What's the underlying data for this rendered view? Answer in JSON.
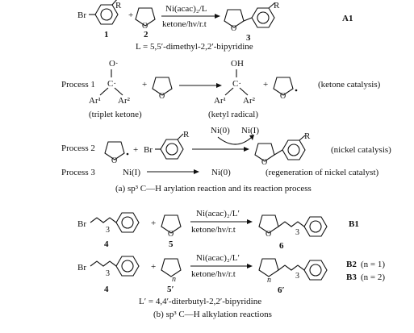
{
  "section_a": {
    "reaction": {
      "reactant1_label": "1",
      "reactant1_br": "Br",
      "reactant1_r": "R",
      "plus": "+",
      "reactant2_label": "2",
      "reagents_top": "Ni(acac)₂/L",
      "reagents_bottom": "ketone/hν/r.t",
      "product_label": "3",
      "product_r": "R",
      "entry_tag": "A1",
      "ligand_note": "L = 5,5′-dimethyl-2,2′-bipyridine"
    },
    "process1": {
      "name": "Process 1",
      "o_radical": "O·",
      "c_dot": "C·",
      "ar1": "Ar¹",
      "ar2": "Ar²",
      "triplet_label": "(triplet ketone)",
      "plus1": "+",
      "oh": "OH",
      "c_dot2": "C·",
      "ar1b": "Ar¹",
      "ar2b": "Ar²",
      "ketyl_label": "(ketyl radical)",
      "plus2": "+",
      "tag": "(ketone catalysis)"
    },
    "process2": {
      "name": "Process 2",
      "plus": "+",
      "br": "Br",
      "r": "R",
      "ni0": "Ni(0)",
      "ni1": "Ni(I)",
      "r_product": "R",
      "tag": "(nickel catalysis)"
    },
    "process3": {
      "name": "Process 3",
      "from": "Ni(I)",
      "to": "Ni(0)",
      "tag": "(regeneration of nickel catalyst)"
    },
    "caption": "(a) sp³ C—H arylation reaction and its reaction process"
  },
  "section_b": {
    "reaction1": {
      "br": "Br",
      "subscript": "3",
      "label4": "4",
      "plus": "+",
      "label5": "5",
      "reagents_top": "Ni(acac)₂/L′",
      "reagents_bottom": "ketone/hν/r.t",
      "label6": "6",
      "product_sub": "3",
      "entry_tag": "B1"
    },
    "reaction2": {
      "br": "Br",
      "subscript": "3",
      "label4": "4",
      "plus": "+",
      "label5p": "5′",
      "n_sub": "n",
      "reagents_top": "Ni(acac)₂/L′",
      "reagents_bottom": "ketone/hν/r.t",
      "label6p": "6′",
      "n_sub2": "n",
      "product_sub": "3",
      "entry_tag_b2": "B2",
      "entry_cond_b2": "(n = 1)",
      "entry_tag_b3": "B3",
      "entry_cond_b3": "(n = 2)",
      "ligand_note": "L′ = 4,4′-diterbutyl-2,2′-bipyridine"
    },
    "caption": "(b) sp³ C—H alkylation reactions"
  }
}
